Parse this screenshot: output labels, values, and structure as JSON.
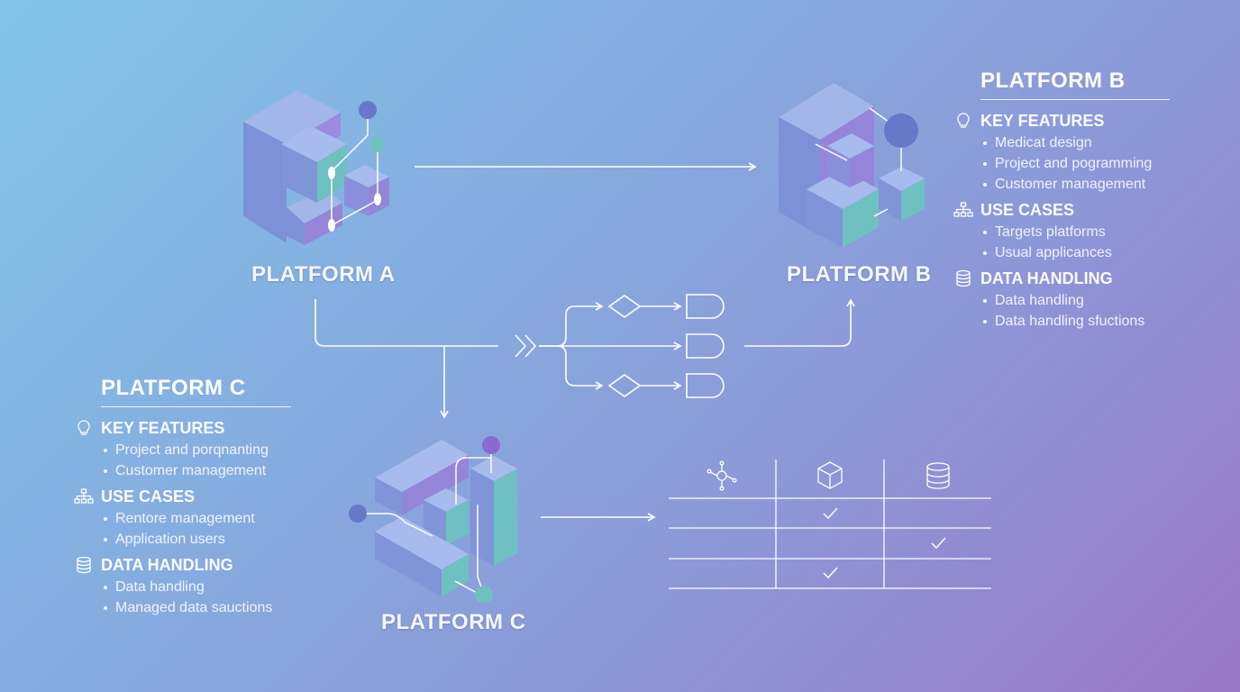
{
  "diagram": {
    "platforms": {
      "a": {
        "label": "PLATFORM A"
      },
      "b": {
        "label": "PLATFORM B"
      },
      "c": {
        "label": "PLATFORM C"
      }
    },
    "panels": {
      "b": {
        "title": "PLATFORM B",
        "sections": [
          {
            "heading": "KEY FEATURES",
            "icon": "lightbulb-icon",
            "items": [
              "Medicat design",
              "Project and pogramming",
              "Customer management"
            ]
          },
          {
            "heading": "USE CASES",
            "icon": "hierarchy-icon",
            "items": [
              "Targets platforms",
              "Usual applicances"
            ]
          },
          {
            "heading": "DATA HANDLING",
            "icon": "database-icon",
            "items": [
              "Data handling",
              "Data handling sfuctions"
            ]
          }
        ]
      },
      "c": {
        "title": "PLATFORM C",
        "sections": [
          {
            "heading": "KEY FEATURES",
            "icon": "lightbulb-icon",
            "items": [
              "Project and porqnanting",
              "Customer management"
            ]
          },
          {
            "heading": "USE CASES",
            "icon": "hierarchy-icon",
            "items": [
              "Rentore management",
              "Application users"
            ]
          },
          {
            "heading": "DATA HANDLING",
            "icon": "database-icon",
            "items": [
              "Data handling",
              "Managed data sauctions"
            ]
          }
        ]
      }
    },
    "comparison_table": {
      "columns": [
        "network-icon",
        "cube-icon",
        "database-icon"
      ],
      "rows": [
        [
          false,
          true,
          false
        ],
        [
          false,
          false,
          true
        ],
        [
          false,
          true,
          false
        ]
      ]
    },
    "colors": {
      "cube_blue": "#7f95d8",
      "cube_purple": "#9585d8",
      "cube_teal": "#6fc0c0",
      "line": "#ffffff"
    }
  }
}
